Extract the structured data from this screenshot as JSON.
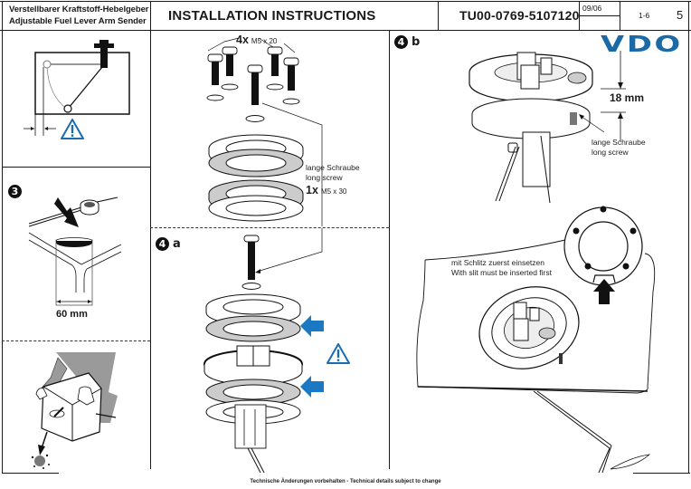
{
  "header": {
    "subtitle_de": "Verstellbarer Kraftstoff-Hebelgeber",
    "subtitle_en": "Adjustable Fuel Lever Arm Sender",
    "title": "INSTALLATION INSTRUCTIONS",
    "doc_number": "TU00-0769-5107120",
    "date": "09/06",
    "page_range": "1-6",
    "page": "5"
  },
  "brand": {
    "logo_text": "VDO",
    "color": "#1b6aa5"
  },
  "colors": {
    "accent_blue": "#1b78c2",
    "warning_blue": "#1a6bb0",
    "line": "#1a1a1a"
  },
  "panels": {
    "lever_diagram": {
      "warning_icon": "warning-triangle-icon"
    },
    "step3": {
      "number": "3",
      "dimension": "60 mm"
    },
    "tank_emptying": {},
    "screws": {
      "qty_short": "4x",
      "size_short": "M5 x 20",
      "long_label_de": "lange Schraube",
      "long_label_en": "long screw",
      "qty_long": "1x",
      "size_long": "M5 x 30"
    },
    "step4a": {
      "number": "4",
      "letter": "a"
    },
    "step4b": {
      "number": "4",
      "letter": "b",
      "dimension": "18 mm",
      "long_label_de": "lange Schraube",
      "long_label_en": "long screw",
      "note_de": "mit Schlitz zuerst einsetzen",
      "note_en": "With slit must be inserted first"
    }
  },
  "footer": {
    "text": "Technische Änderungen vorbehalten  -  Technical details subject to change"
  }
}
